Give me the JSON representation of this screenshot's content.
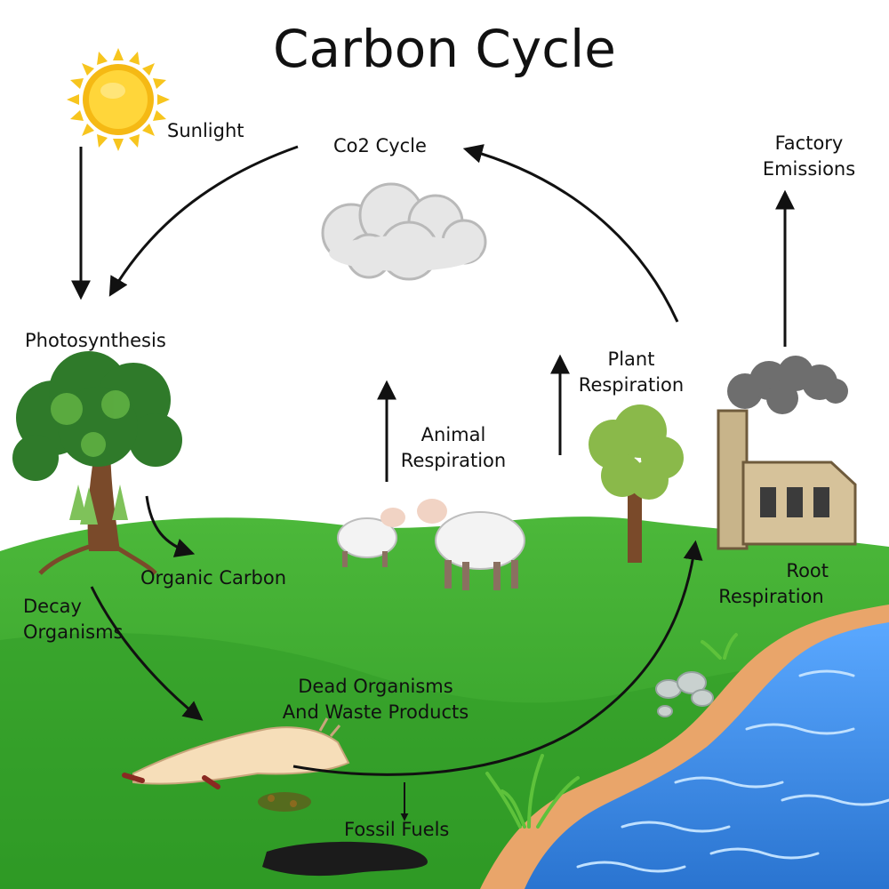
{
  "diagram": {
    "title": "Carbon Cycle",
    "labels": {
      "sunlight": "Sunlight",
      "co2_cycle": "Co2 Cycle",
      "factory_emissions_1": "Factory",
      "factory_emissions_2": "Emissions",
      "photosynthesis": "Photosynthesis",
      "plant_respiration_1": "Plant",
      "plant_respiration_2": "Respiration",
      "animal_respiration_1": "Animal",
      "animal_respiration_2": "Respiration",
      "organic_carbon": "Organic Carbon",
      "root_respiration_1": "Root",
      "root_respiration_2": "Respiration",
      "decay_organisms_1": "Decay",
      "decay_organisms_2": "Organisms",
      "dead_organisms_1": "Dead Organisms",
      "dead_organisms_2": "And Waste Products",
      "fossil_fuels": "Fossil Fuels"
    },
    "colors": {
      "sky": "#ffffff",
      "grass": "#3fa832",
      "grass_dark": "#2d8a25",
      "soil": "#e9a56a",
      "water": "#3b8fe0",
      "sun": "#f7c51e",
      "smoke": "#6e6e6e",
      "factory": "#c8b48a",
      "arrow": "#111111"
    }
  }
}
